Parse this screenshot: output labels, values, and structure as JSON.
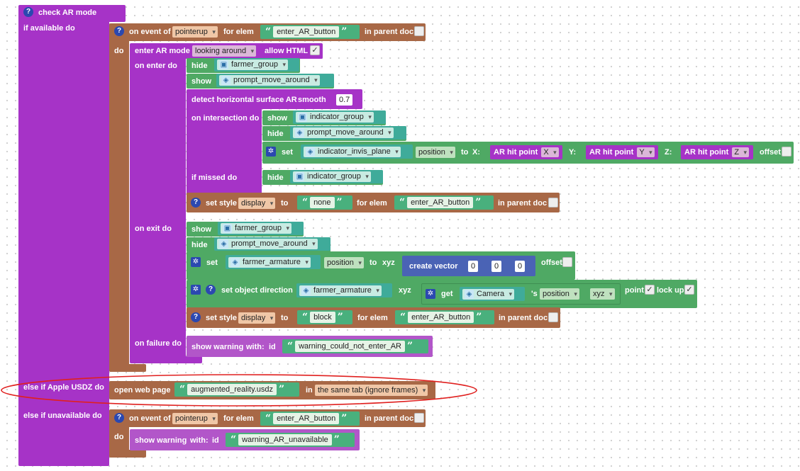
{
  "checkAR": {
    "title": "check AR mode",
    "if_available": "if available do",
    "else_usdz": "else if Apple USDZ do",
    "else_unavailable": "else if unavailable do"
  },
  "event1": {
    "on_event": "on event of",
    "event": "pointerup",
    "for_elem": "for elem",
    "elem": "enter_AR_button",
    "in_parent": "in parent doc",
    "do": "do"
  },
  "enterAR": {
    "label": "enter AR mode",
    "mode": "looking around",
    "allow_html": "allow HTML",
    "allow_checked": "✓",
    "on_enter": "on enter do",
    "on_exit": "on exit do",
    "on_failure": "on failure do"
  },
  "hide1": {
    "verb": "hide",
    "obj": "farmer_group"
  },
  "show1": {
    "verb": "show",
    "obj": "prompt_move_around"
  },
  "detect": {
    "label": "detect horizontal surface AR",
    "smooth": "smooth",
    "smooth_val": "0.7",
    "on_intersection": "on intersection do",
    "if_missed": "if missed do"
  },
  "show2": {
    "verb": "show",
    "obj": "indicator_group"
  },
  "hide2": {
    "verb": "hide",
    "obj": "prompt_move_around"
  },
  "set1": {
    "verb": "set",
    "obj": "indicator_invis_plane",
    "prop": "position",
    "to": "to",
    "x": "X:",
    "y": "Y:",
    "z": "Z:",
    "hit_label": "AR hit point",
    "hx": "X",
    "hy": "Y",
    "hz": "Z",
    "offset": "offset"
  },
  "hide3": {
    "verb": "hide",
    "obj": "indicator_group"
  },
  "style1": {
    "label": "set style",
    "prop": "display",
    "to": "to",
    "value": "none",
    "for_elem": "for elem",
    "elem": "enter_AR_button",
    "in_parent": "in parent doc"
  },
  "show3": {
    "verb": "show",
    "obj": "farmer_group"
  },
  "hide4": {
    "verb": "hide",
    "obj": "prompt_move_around"
  },
  "set2": {
    "verb": "set",
    "obj": "farmer_armature",
    "prop": "position",
    "to": "to",
    "xyz": "xyz",
    "create_vector": "create vector",
    "v0": "0",
    "v1": "0",
    "v2": "0",
    "offset": "offset"
  },
  "dir": {
    "label": "set object direction",
    "obj": "farmer_armature",
    "xyz": "xyz",
    "get": "get",
    "get_obj": "Camera",
    "s": "'s",
    "prop": "position",
    "prop2": "xyz",
    "point": "point",
    "point_checked": "✓",
    "lock_up": "lock up",
    "lock_checked": "✓"
  },
  "style2": {
    "label": "set style",
    "prop": "display",
    "to": "to",
    "value": "block",
    "for_elem": "for elem",
    "elem": "enter_AR_button",
    "in_parent": "in parent doc"
  },
  "warn1": {
    "label": "show warning",
    "with": "with:",
    "id": "id",
    "value": "warning_could_not_enter_AR"
  },
  "web": {
    "label": "open web page",
    "url": "augmented_reality.usdz",
    "in": "in",
    "target": "the same tab (ignore frames)"
  },
  "event2": {
    "on_event": "on event of",
    "event": "pointerup",
    "for_elem": "for elem",
    "elem": "enter_AR_button",
    "in_parent": "in parent doc",
    "do": "do"
  },
  "warn2": {
    "label": "show warning",
    "with": "with:",
    "id": "id",
    "value": "warning_AR_unavailable"
  },
  "icons": {
    "help": "?",
    "gear": "✲",
    "quote_open": "“",
    "quote_close": "”",
    "group_icon": "▣",
    "object_icon": "◈"
  },
  "colors": {
    "purple": "#a633c7",
    "brown": "#a86846",
    "green": "#4fa964",
    "teal": "#3fab9a",
    "blue": "#4a63b5",
    "annotation": "#e0201f"
  }
}
